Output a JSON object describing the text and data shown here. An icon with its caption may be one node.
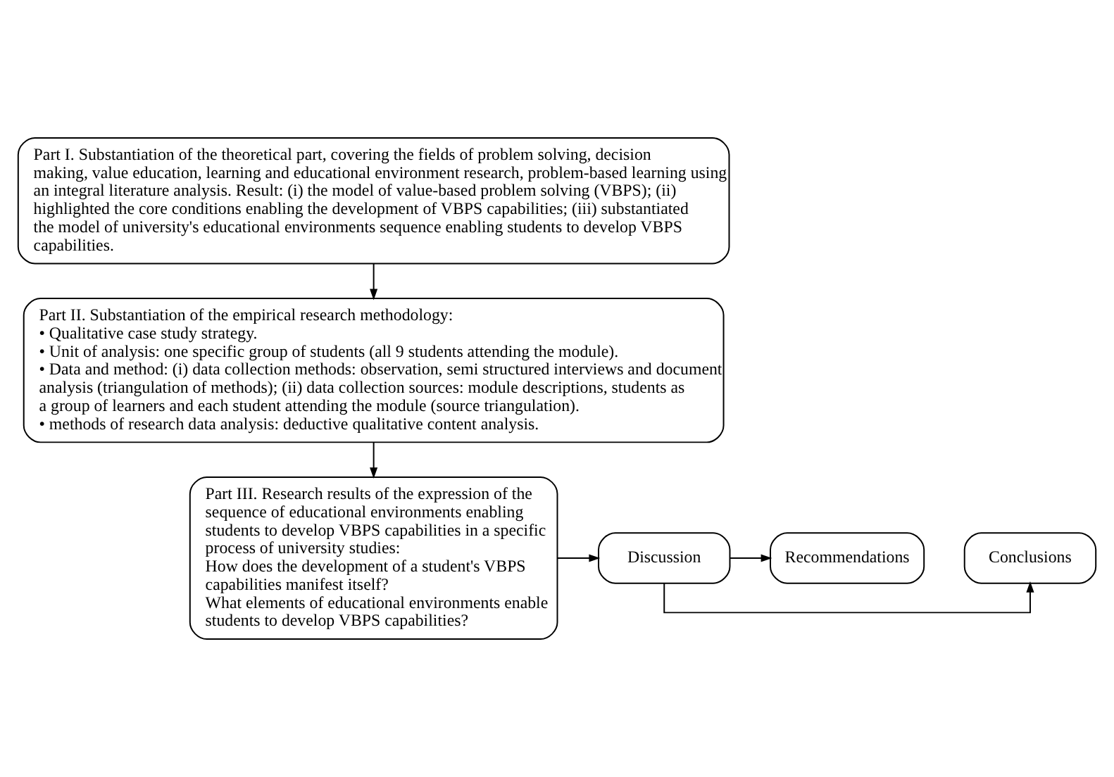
{
  "diagram": {
    "nodes": [
      {
        "text": [
          "Part I. Substantiation of the theoretical part, covering the fields of problem solving, decision making, value education, learning and educational environment research, problem-based learning using an integral literature analysis. Result: (i) the model of value-based problem solving (VBPS); (ii) highlighted the core conditions enabling the development of VBPS capabilities; (iii) substantiated the model of university's educational environments sequence enabling students to develop VBPS capabilities."
        ]
      },
      {
        "text": [
          "Part II. Substantiation of the empirical research methodology:",
          "• Qualitative case study strategy.",
          "• Unit of analysis: one specific group of students (all 9 students attending the module).",
          "• Data and method: (i) data collection methods: observation, semi structured interviews and document analysis (triangulation of methods); (ii) data collection sources: module descriptions, students as a group of learners and each student attending the module (source triangulation).",
          "• methods of research data analysis: deductive qualitative content analysis."
        ]
      },
      {
        "text": [
          "Part III. Research results of the expression of the sequence of educational environments enabling students to develop VBPS capabilities in a specific process of university studies:",
          "How does the development of a student's VBPS capabilities manifest itself?",
          "What elements of educational environments enable students to develop VBPS capabilities?"
        ]
      },
      {
        "text": [
          "Discussion"
        ]
      },
      {
        "text": [
          "Conclusions"
        ]
      },
      {
        "text": [
          "Recommendations"
        ]
      }
    ],
    "edges": [
      {
        "from": 0,
        "to": 1,
        "arrow": "to"
      },
      {
        "from": 1,
        "to": 2,
        "arrow": "to"
      },
      {
        "from": 2,
        "to": 3,
        "arrow": "to"
      },
      {
        "from": 3,
        "to": 4,
        "arrow": "to"
      },
      {
        "from": 3,
        "to": 5,
        "arrow": "to"
      }
    ]
  }
}
